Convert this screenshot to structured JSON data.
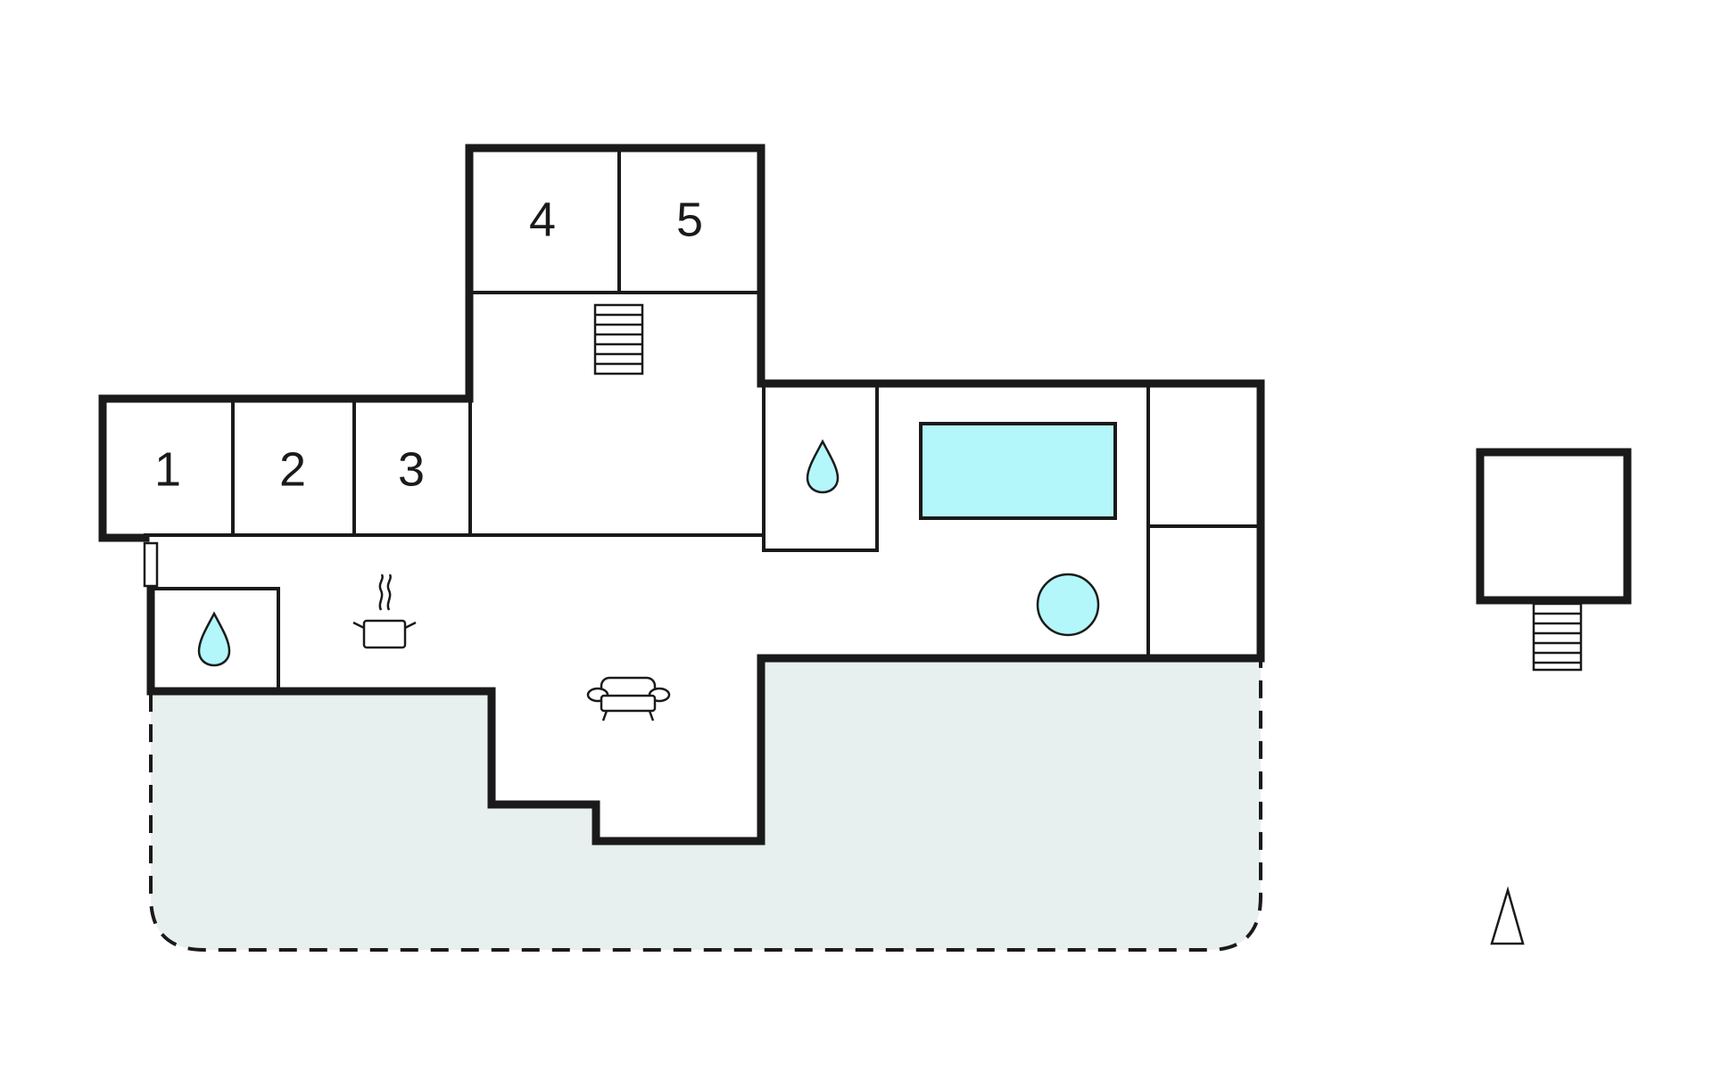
{
  "floorplan": {
    "rooms": [
      {
        "id": "room-1",
        "label": "1"
      },
      {
        "id": "room-2",
        "label": "2"
      },
      {
        "id": "room-3",
        "label": "3"
      },
      {
        "id": "room-4",
        "label": "4"
      },
      {
        "id": "room-5",
        "label": "5"
      }
    ],
    "icons": [
      "water-drop-icon",
      "cooking-pot-icon",
      "sofa-icon",
      "pool-icon",
      "hot-tub-icon",
      "stairs-icon",
      "north-arrow-icon"
    ],
    "colors": {
      "wall": "#1a1a1a",
      "water": "#b3f7fb",
      "terrace": "#e8efef",
      "background": "#ffffff"
    }
  }
}
